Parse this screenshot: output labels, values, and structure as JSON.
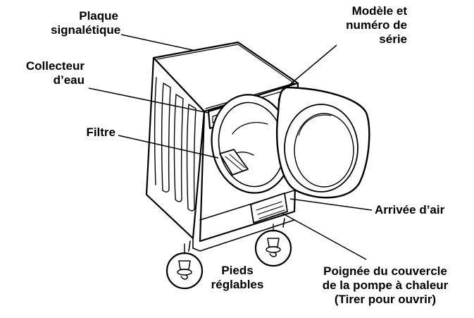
{
  "labels": {
    "plaque": [
      "Plaque",
      "signalétique"
    ],
    "modele": [
      "Modèle et",
      "numéro de",
      "série"
    ],
    "collecteur": [
      "Collecteur",
      "d’eau"
    ],
    "filtre": [
      "Filtre"
    ],
    "arrivee": [
      "Arrivée d’air"
    ],
    "pieds": [
      "Pieds",
      "réglables"
    ],
    "poignee": [
      "Poignée du couvercle",
      "de la pompe à chaleur",
      "(Tirer pour ouvrir)"
    ]
  }
}
